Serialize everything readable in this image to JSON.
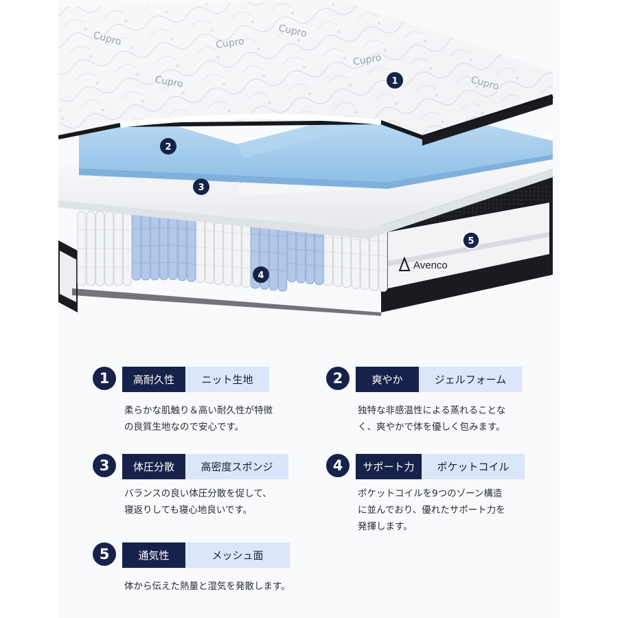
{
  "brand": "Avenco",
  "fabric_text": [
    "Cupro",
    "Cupro",
    "Cupro",
    "Cupro",
    "Cupro",
    "Cupro"
  ],
  "callouts": [
    "1",
    "2",
    "3",
    "4",
    "5"
  ],
  "colors": {
    "navy": "#17224a",
    "light_blue_tag": "#dbe6fa",
    "gel_foam": "#a9d0ef",
    "coil_blue": "#b9cdea"
  },
  "features": [
    {
      "number": "1",
      "title": "高耐久性",
      "subtitle": "ニット生地",
      "lines": [
        "柔らかな肌触り＆高い耐久性が特徴",
        "の良質生地なので安心です。"
      ]
    },
    {
      "number": "2",
      "title": "爽やか",
      "subtitle": "ジェルフォーム",
      "lines": [
        "独特な非感温性による蒸れることな",
        "く、爽やかで体を優しく包みます。"
      ]
    },
    {
      "number": "3",
      "title": "体圧分散",
      "subtitle": "高密度スポンジ",
      "lines": [
        "バランスの良い体圧分散を促して、",
        "寝返りしても寝心地良いです。"
      ]
    },
    {
      "number": "4",
      "title": "サポート力",
      "subtitle": "ポケットコイル",
      "lines": [
        "ポケットコイルを9つのゾーン構造",
        "に並んでおり、優れたサポート力を",
        "発揮します。"
      ]
    },
    {
      "number": "5",
      "title": "通気性",
      "subtitle": "メッシュ面",
      "lines": [
        "体から伝えた熱量と湿気を発散します。"
      ]
    }
  ]
}
